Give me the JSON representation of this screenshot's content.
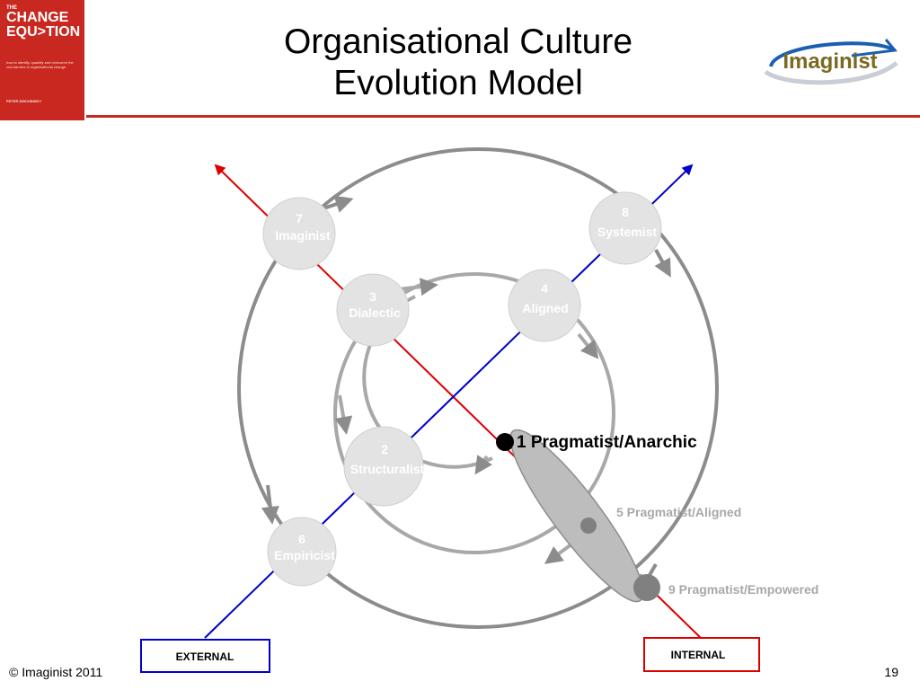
{
  "book": {
    "prefix": "THE",
    "title_line1": "CHANGE",
    "title_line2": "EQU>TION",
    "blurb": "how to identify, quantify and overcome the real barriers to organisational change",
    "author": "PETER DISCHINSKY"
  },
  "header": {
    "title_line1": "Organisational Culture",
    "title_line2": "Evolution Model",
    "logo_text": "Imaginist",
    "accent_color": "#c8281f"
  },
  "diagram": {
    "nodes": [
      {
        "id": "n7",
        "number": "7",
        "label": "Imaginist"
      },
      {
        "id": "n8",
        "number": "8",
        "label": "Systemist"
      },
      {
        "id": "n3",
        "number": "3",
        "label": "Dialectic"
      },
      {
        "id": "n4",
        "number": "4",
        "label": "Aligned"
      },
      {
        "id": "n2",
        "number": "2",
        "label": "Structuralist"
      },
      {
        "id": "n6",
        "number": "6",
        "label": "Empiricist"
      }
    ],
    "pragmatist": [
      {
        "id": "p1",
        "text": "1  Pragmatist/Anarchic"
      },
      {
        "id": "p5",
        "text": "5  Pragmatist/Aligned"
      },
      {
        "id": "p9",
        "text": "9  Pragmatist/Empowered"
      }
    ],
    "axes": {
      "external_label": "EXTERNAL",
      "internal_label": "INTERNAL",
      "external_color": "#0000cc",
      "internal_color": "#dd0000"
    }
  },
  "footer": {
    "copyright": "© Imaginist 2011",
    "page_number": "19"
  }
}
